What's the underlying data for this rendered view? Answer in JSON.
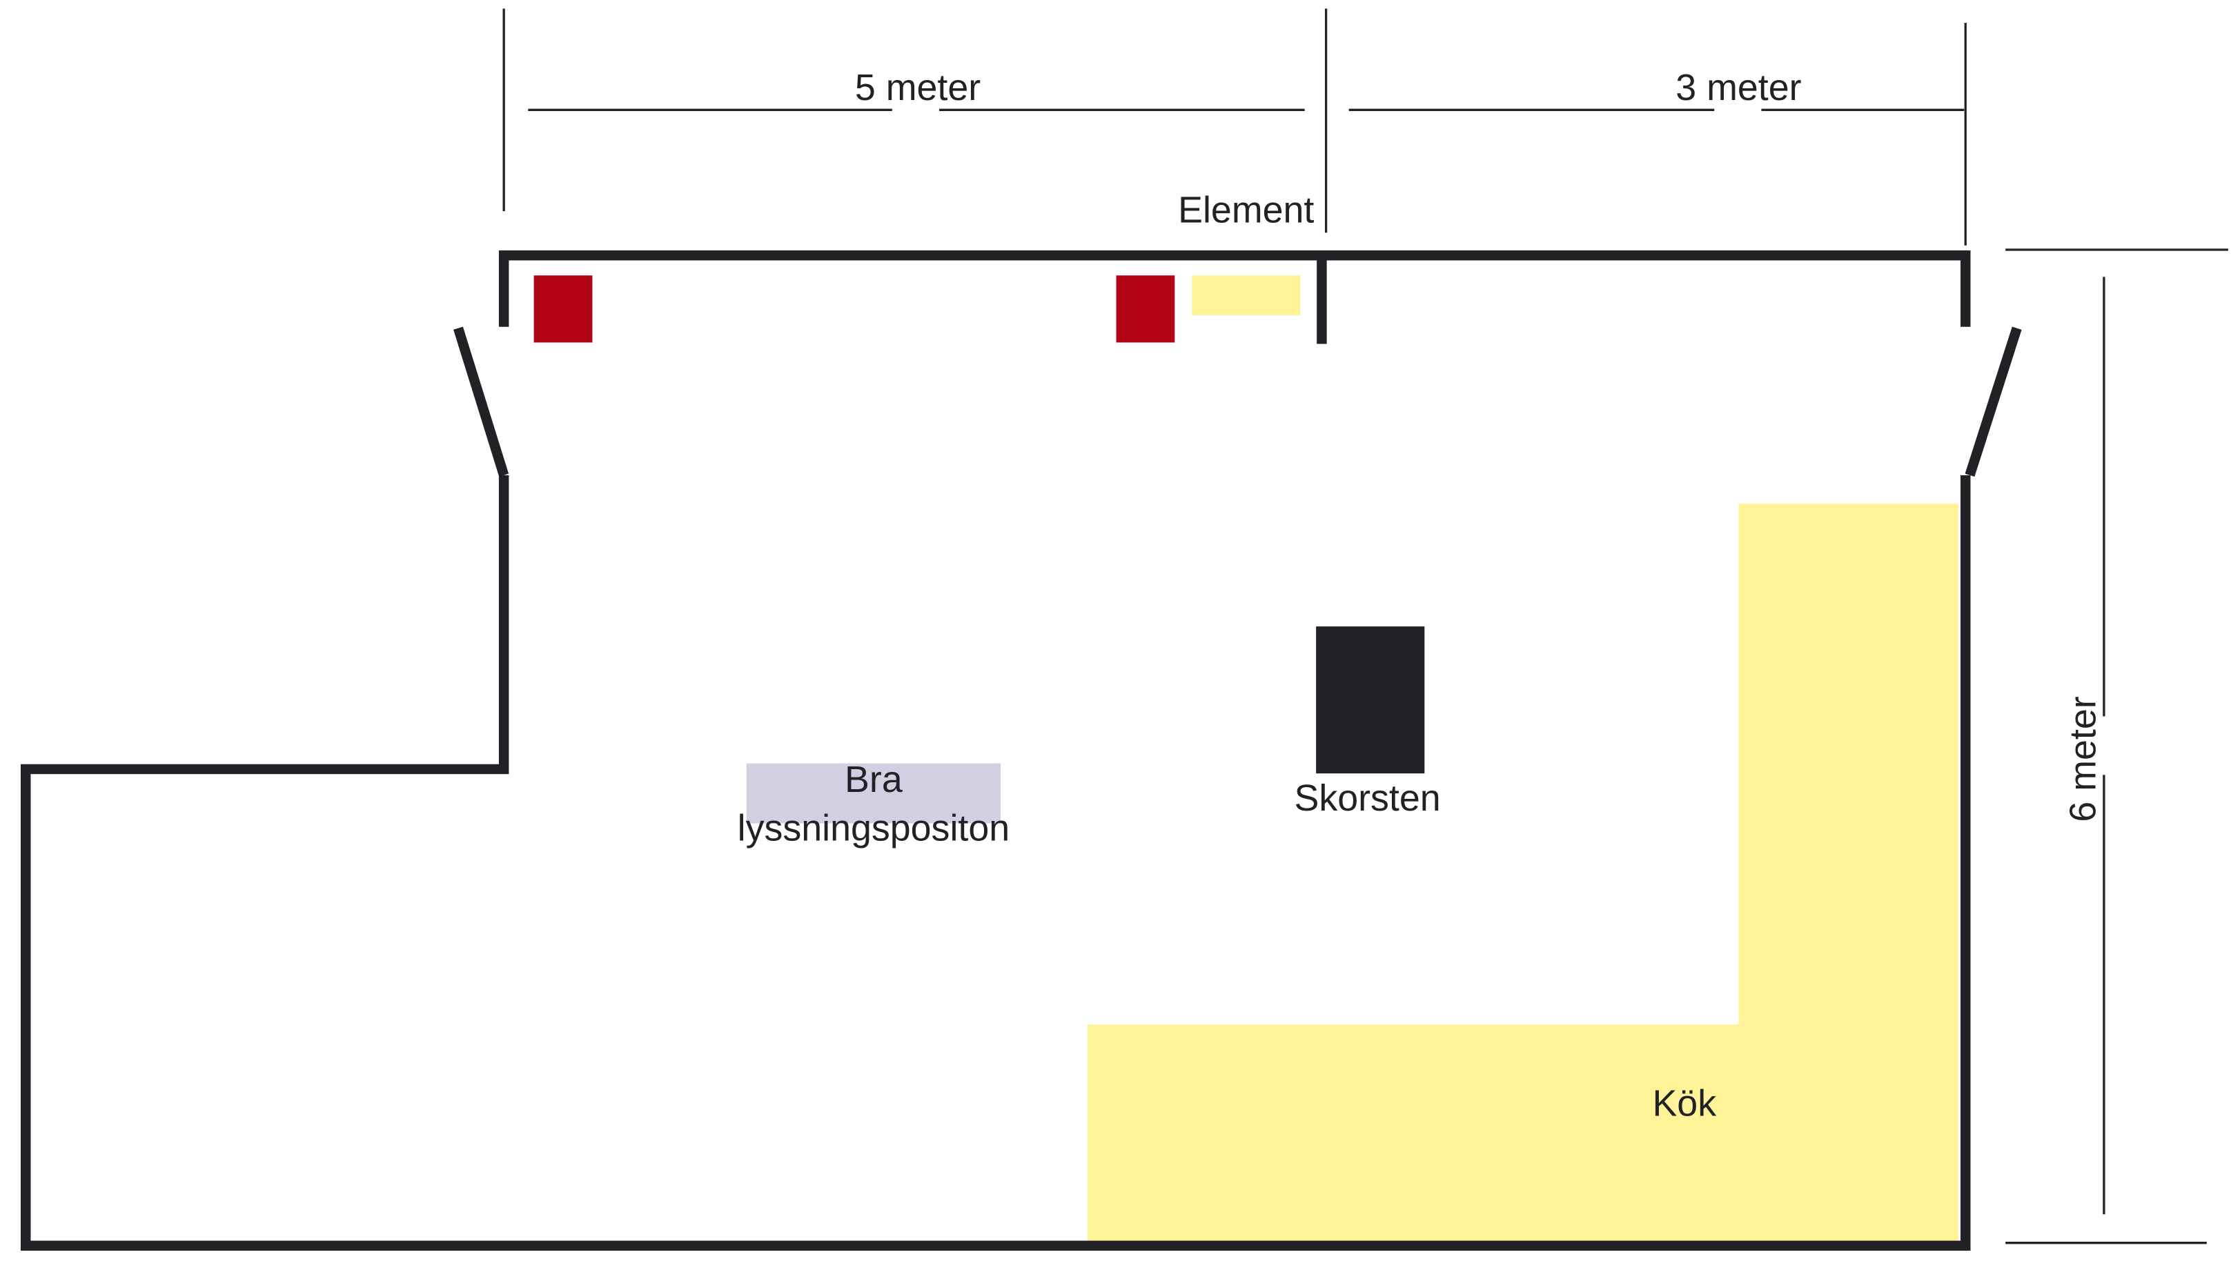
{
  "labels": {
    "width_left": "5 meter",
    "width_right": "3 meter",
    "height": "6 meter",
    "radiator": "Element",
    "listening_line1": "Bra",
    "listening_line2": "lyssningspositon",
    "chimney": "Skorsten",
    "kitchen": "Kök"
  },
  "colors": {
    "wall": "#222226",
    "speaker": "#b30417",
    "radiator": "#fff398",
    "kitchen": "#fff398",
    "listening": "#d1d0e3",
    "chimney": "#222226"
  }
}
